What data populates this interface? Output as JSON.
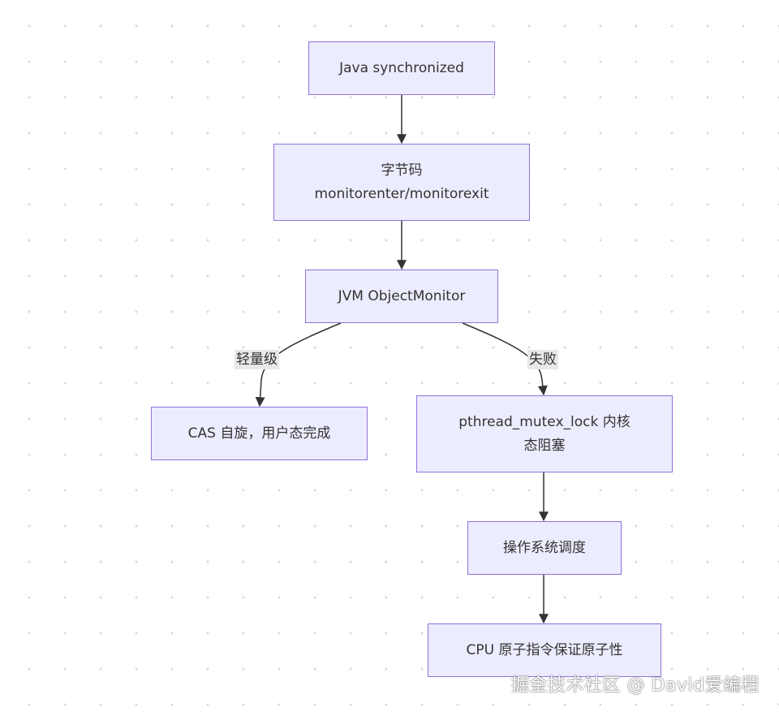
{
  "diagram": {
    "nodes": {
      "java_sync": {
        "text": "Java synchronized"
      },
      "bytecode": {
        "line1": "字节码",
        "line2": "monitorenter/monitorexit"
      },
      "object_monitor": {
        "text": "JVM ObjectMonitor"
      },
      "cas": {
        "text": "CAS 自旋，用户态完成"
      },
      "mutex": {
        "line1": "pthread_mutex_lock 内核",
        "line2": "态阻塞"
      },
      "os_sched": {
        "text": "操作系统调度"
      },
      "cpu_atomic": {
        "text": "CPU 原子指令保证原子性"
      }
    },
    "edge_labels": {
      "lightweight": "轻量级",
      "failure": "失败"
    },
    "colors": {
      "node_fill": "#ECECFF",
      "node_border": "#9370DB",
      "edge": "#333333"
    }
  },
  "watermark": "掘金技术社区 @ David爱编程"
}
